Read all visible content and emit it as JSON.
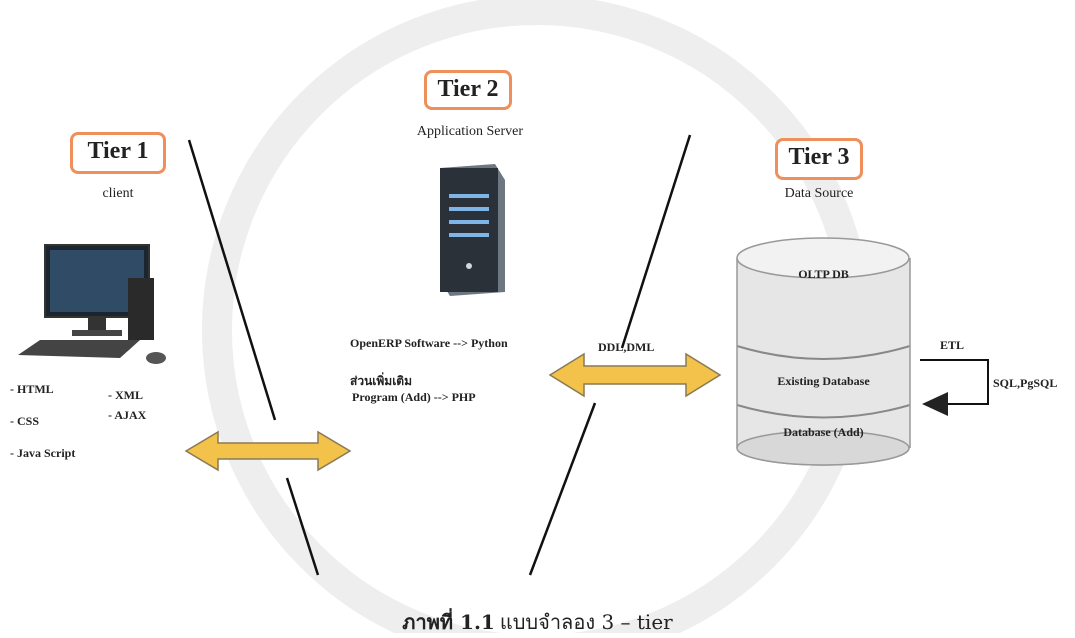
{
  "tier1": {
    "title": "Tier 1",
    "subtitle": "client"
  },
  "tier2": {
    "title": "Tier 2",
    "subtitle": "Application Server"
  },
  "tier3": {
    "title": "Tier 3",
    "subtitle": "Data Source"
  },
  "client_tech": {
    "left": [
      "- HTML",
      "- CSS",
      "- Java Script"
    ],
    "right": [
      "- XML",
      "- AJAX"
    ]
  },
  "server_text": {
    "line1": "OpenERP Software --> Python",
    "line2": "ส่วนเพิ่มเติม",
    "line3": "Program (Add) --> PHP"
  },
  "ddl_label": "DDL,DML",
  "database": {
    "top": "OLTP DB",
    "middle": "Existing Database",
    "bottom": "Database (Add)"
  },
  "etl": {
    "label": "ETL",
    "sql": "SQL,PgSQL"
  },
  "caption": {
    "prefix": "ภาพที่ 1.1",
    "text": "แบบจำลอง 3 – tier"
  },
  "colors": {
    "tier_border": "#ef8f5b",
    "arrow_fill": "#f3c24a",
    "line": "#111111"
  }
}
